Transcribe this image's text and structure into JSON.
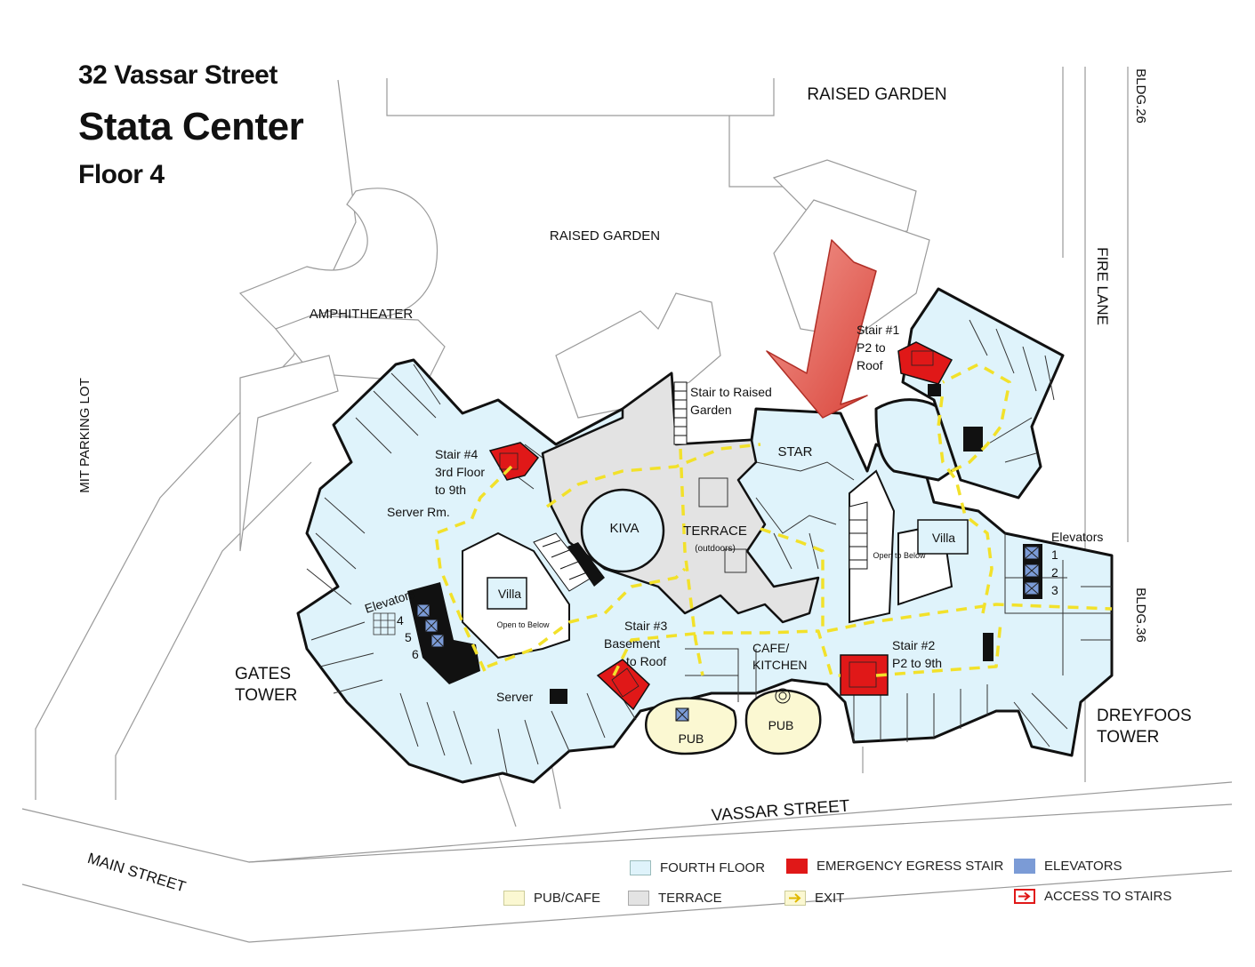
{
  "title": {
    "address": "32 Vassar Street",
    "building": "Stata Center",
    "floor": "Floor 4"
  },
  "areas": {
    "raised_garden_top": "RAISED GARDEN",
    "raised_garden_mid": "RAISED GARDEN",
    "amphitheater": "AMPHITHEATER",
    "mit_parking_lot": "MIT PARKING LOT",
    "fire_lane": "FIRE LANE",
    "bldg26": "BLDG.26",
    "bldg36": "BLDG.36",
    "gates_tower": [
      "GATES",
      "TOWER"
    ],
    "dreyfoos_tower": [
      "DREYFOOS",
      "TOWER"
    ],
    "vassar_street": "VASSAR STREET",
    "main_street": "MAIN STREET"
  },
  "rooms": {
    "kiva": "KIVA",
    "terrace": "TERRACE",
    "terrace_note": "(outdoors)",
    "star": "STAR",
    "villa_left": "Villa",
    "villa_right": "Villa",
    "open_below_left": "Open to Below",
    "open_below_right": "Open to Below",
    "server_rm": "Server Rm.",
    "server_lower": "Server",
    "cafe_kitchen": [
      "CAFE/",
      "KITCHEN"
    ],
    "pub_left": "PUB",
    "pub_right": "PUB",
    "stair_raised_garden": [
      "Stair to Raised",
      "Garden"
    ]
  },
  "stairs": {
    "stair1": [
      "Stair #1",
      "P2 to",
      "Roof"
    ],
    "stair2": [
      "Stair #2",
      "P2 to 9th"
    ],
    "stair3": [
      "Stair #3",
      "Basement",
      "to Roof"
    ],
    "stair4": [
      "Stair #4",
      "3rd Floor",
      "to 9th"
    ]
  },
  "elevators": {
    "left_label": "Elevators",
    "left_numbers": [
      "4",
      "5",
      "6"
    ],
    "right_label": "Elevators",
    "right_numbers": [
      "1",
      "2",
      "3"
    ]
  },
  "legend": {
    "fourth_floor": "FOURTH FLOOR",
    "emergency_stair": "EMERGENCY EGRESS STAIR",
    "elevators": "ELEVATORS",
    "pub_cafe": "PUB/CAFE",
    "terrace": "TERRACE",
    "exit": "EXIT",
    "access_to_stairs": "ACCESS TO STAIRS"
  },
  "colors": {
    "floor": "#dff3fb",
    "terrace": "#e3e3e3",
    "pub": "#fbf8d2",
    "stair": "#e01818",
    "elevator": "#7b9bd6",
    "exit_path": "#f2e12a",
    "arrow": "#e0594f"
  }
}
